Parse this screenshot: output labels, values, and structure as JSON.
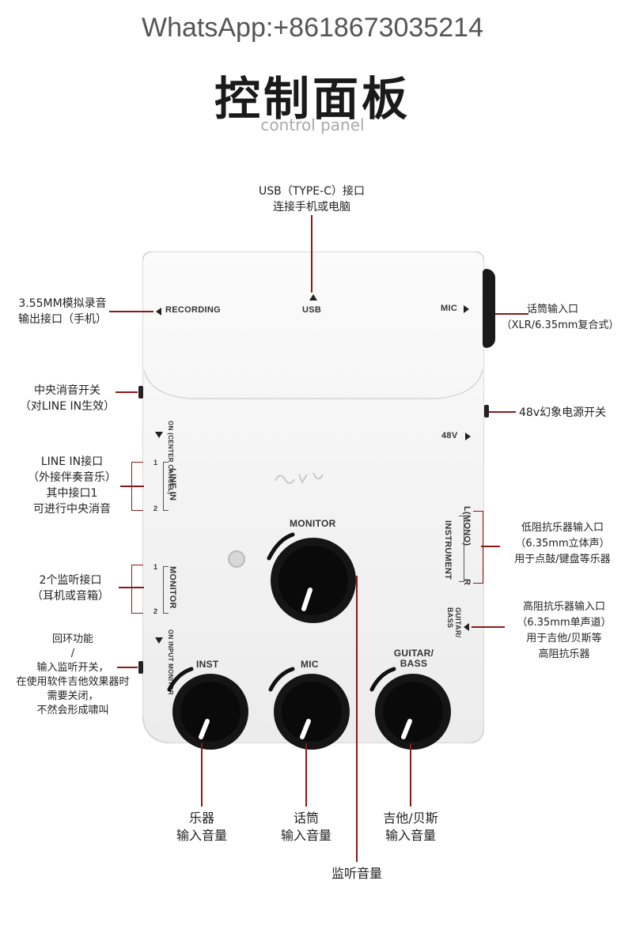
{
  "header": {
    "contact": "WhatsApp:+8618673035214",
    "title": "控制面板",
    "subtitle": "control panel"
  },
  "device": {
    "recording": "RECORDING",
    "usb": "USB",
    "mic_jack": "MIC",
    "phantom": "48V",
    "center_cancel": "(CENTER CANCEL)",
    "on": "ON",
    "line_in": "LINE IN",
    "monitor_port": "MONITOR",
    "input_monitor": "INPUT MONITOR",
    "ch1": "1",
    "ch2": "2",
    "instrument": "INSTRUMENT",
    "lmono": "L(MONO)",
    "r": "R",
    "guitar_bass_jack": "GUITAR/ BASS",
    "knob_monitor": "MONITOR",
    "knob_inst": "INST",
    "knob_mic": "MIC",
    "knob_guitar_line1": "GUITAR/",
    "knob_guitar_line2": "BASS"
  },
  "callouts": {
    "usb": [
      "USB（TYPE-C）接口",
      "连接手机或电脑"
    ],
    "recording": [
      "3.55MM模拟录音",
      "输出接口（手机）"
    ],
    "mic_in": [
      "话筒输入口",
      "（XLR/6.35mm复合式）"
    ],
    "center": [
      "中央消音开关",
      "（对LINE IN生效）"
    ],
    "phantom": [
      "48v幻象电源开关"
    ],
    "line_in": [
      "LINE IN接口",
      "（外接伴奏音乐）",
      "其中接口1",
      "可进行中央消音"
    ],
    "low_z": [
      "低阻抗乐器输入口",
      "（6.35mm立体声）",
      "用于点鼓/键盘等乐器"
    ],
    "monitor_out": [
      "2个监听接口",
      "（耳机或音箱）"
    ],
    "hi_z": [
      "高阻抗乐器输入口",
      "（6.35mm单声道）",
      "用于吉他/贝斯等",
      "高阻抗乐器"
    ],
    "loopback": [
      "回环功能",
      "/",
      "输入监听开关，",
      "在使用软件吉他效果器时",
      "需要关闭，",
      "不然会形成啸叫"
    ],
    "inst_vol": [
      "乐器",
      "输入音量"
    ],
    "mic_vol": [
      "话筒",
      "输入音量"
    ],
    "guitar_vol": [
      "吉他/贝斯",
      "输入音量"
    ],
    "monitor_vol": [
      "监听音量"
    ]
  },
  "colors": {
    "callout_line": "#8b1a1a",
    "device_body": "#f4f4f4",
    "knob": "#111111"
  }
}
